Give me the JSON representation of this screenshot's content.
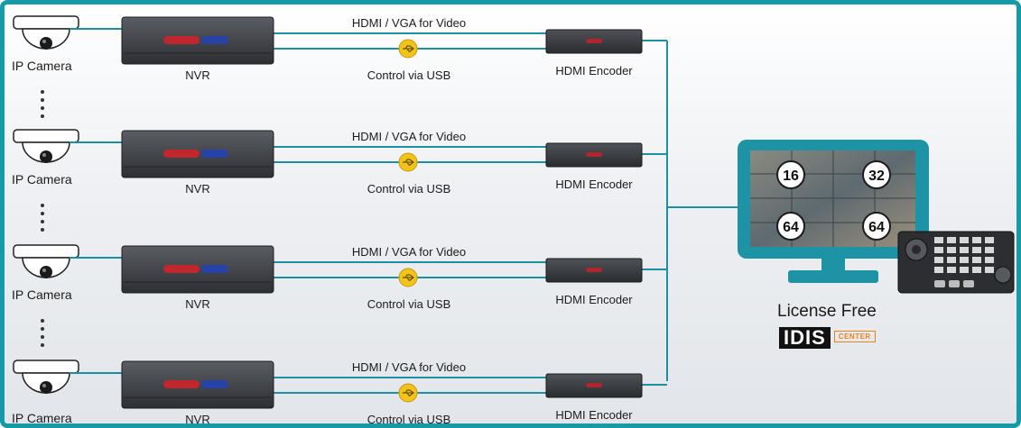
{
  "rows": [
    {
      "camera_label": "IP Camera",
      "nvr_label": "NVR",
      "video_label": "HDMI / VGA for Video",
      "usb_label": "Control via USB",
      "encoder_label": "HDMI Encoder"
    },
    {
      "camera_label": "IP Camera",
      "nvr_label": "NVR",
      "video_label": "HDMI / VGA for Video",
      "usb_label": "Control via USB",
      "encoder_label": "HDMI Encoder"
    },
    {
      "camera_label": "IP Camera",
      "nvr_label": "NVR",
      "video_label": "HDMI / VGA for Video",
      "usb_label": "Control via USB",
      "encoder_label": "HDMI Encoder"
    },
    {
      "camera_label": "IP Camera",
      "nvr_label": "NVR",
      "video_label": "HDMI / VGA for Video",
      "usb_label": "Control via USB",
      "encoder_label": "HDMI Encoder"
    }
  ],
  "monitor": {
    "badges": [
      "16",
      "32",
      "64",
      "64"
    ]
  },
  "license_text": "License Free",
  "logo": {
    "main": "IDIS",
    "sub": "CENTER"
  },
  "colors": {
    "frame": "#179aa8",
    "line": "#1e8ea3",
    "monitor": "#1f93a6",
    "usb": "#f2c31a",
    "nvr_red": "#c0272d",
    "nvr_blue": "#2743a8",
    "logo_accent": "#e8831e"
  },
  "icons": [
    "camera-icon",
    "nvr-icon",
    "usb-icon",
    "encoder-icon",
    "monitor-icon",
    "keyboard-icon"
  ]
}
